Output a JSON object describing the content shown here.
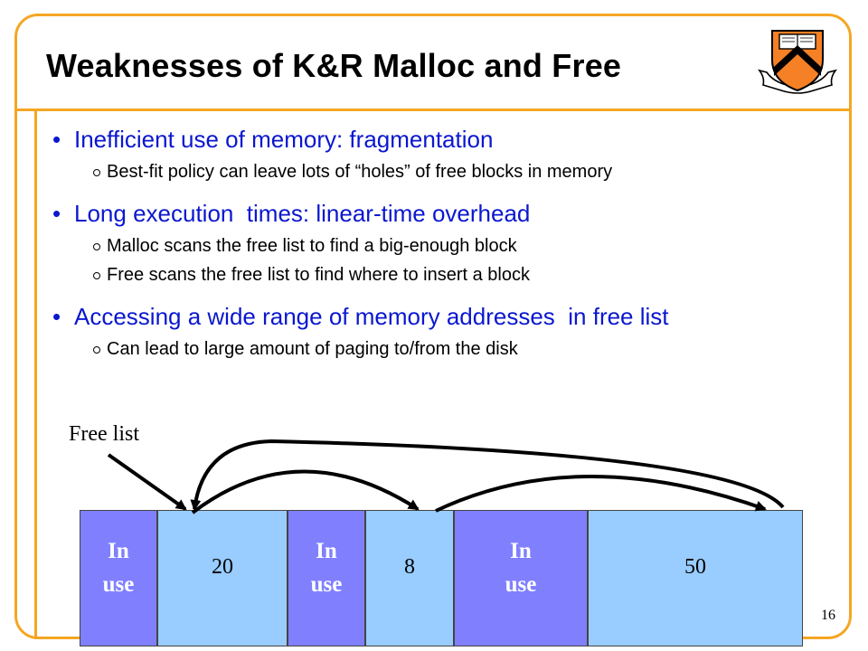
{
  "slide": {
    "title": "Weaknesses of K&R Malloc and Free",
    "page_number": "16",
    "seal_icon": "princeton-shield-icon",
    "colors": {
      "accent": "#f5a623",
      "bullet_text": "#0a17cf",
      "in_use_block": "#8080ff",
      "free_block": "#99ccff"
    }
  },
  "bullets": [
    {
      "text": "Inefficient use of memory: fragmentation",
      "subs": [
        "Best-fit policy can leave lots of “holes” of free blocks in memory"
      ]
    },
    {
      "text": "Long execution  times: linear-time overhead",
      "subs": [
        "Malloc scans the free list to find a big-enough block",
        "Free scans the free list to find where to insert a block"
      ]
    },
    {
      "text": "Accessing a wide range of memory addresses  in free list",
      "subs": [
        "Can lead to large amount of paging to/from the disk"
      ]
    }
  ],
  "diagram": {
    "free_list_label": "Free list",
    "blocks": [
      {
        "kind": "in_use",
        "line1": "In",
        "line2": "use"
      },
      {
        "kind": "free",
        "size": "20"
      },
      {
        "kind": "in_use",
        "line1": "In",
        "line2": "use"
      },
      {
        "kind": "free",
        "size": "8"
      },
      {
        "kind": "in_use",
        "line1": "In",
        "line2": "use"
      },
      {
        "kind": "free",
        "size": "50"
      }
    ]
  }
}
